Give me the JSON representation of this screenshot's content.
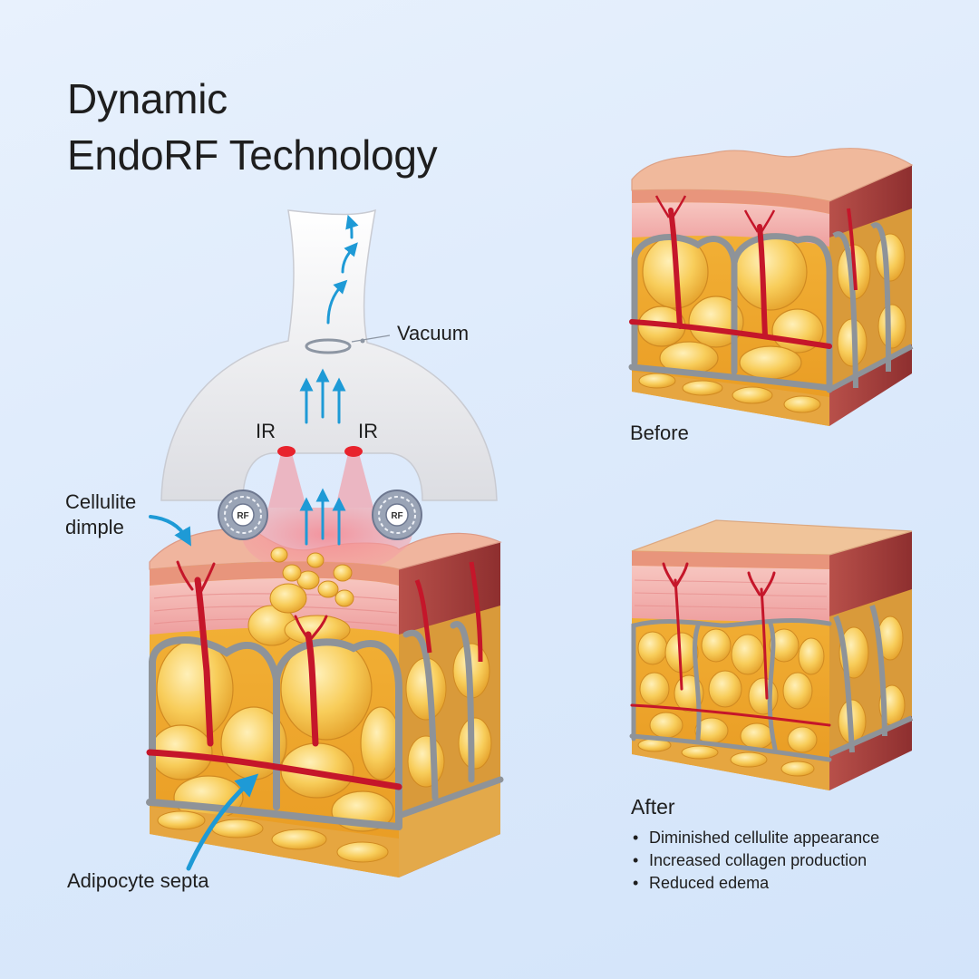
{
  "title_line1": "Dynamic",
  "title_line2": "EndoRF Technology",
  "labels": {
    "vacuum": "Vacuum",
    "ir_left": "IR",
    "ir_right": "IR",
    "rf_left": "RF",
    "rf_right": "RF",
    "cellulite_line1": "Cellulite",
    "cellulite_line2": "dimple",
    "adipocyte": "Adipocyte septa",
    "before": "Before",
    "after": "After"
  },
  "after_notes": [
    "Diminished cellulite appearance",
    "Increased collagen production",
    "Reduced edema"
  ],
  "colors": {
    "background": "#dbe9fb",
    "arrow_blue": "#1e9ad6",
    "ir_red": "#e8232d",
    "skin_pink": "#f2a9a6",
    "fat_yellow": "#f6c13e",
    "septa_gray": "#8e9399",
    "vessel_red": "#c5162a"
  }
}
